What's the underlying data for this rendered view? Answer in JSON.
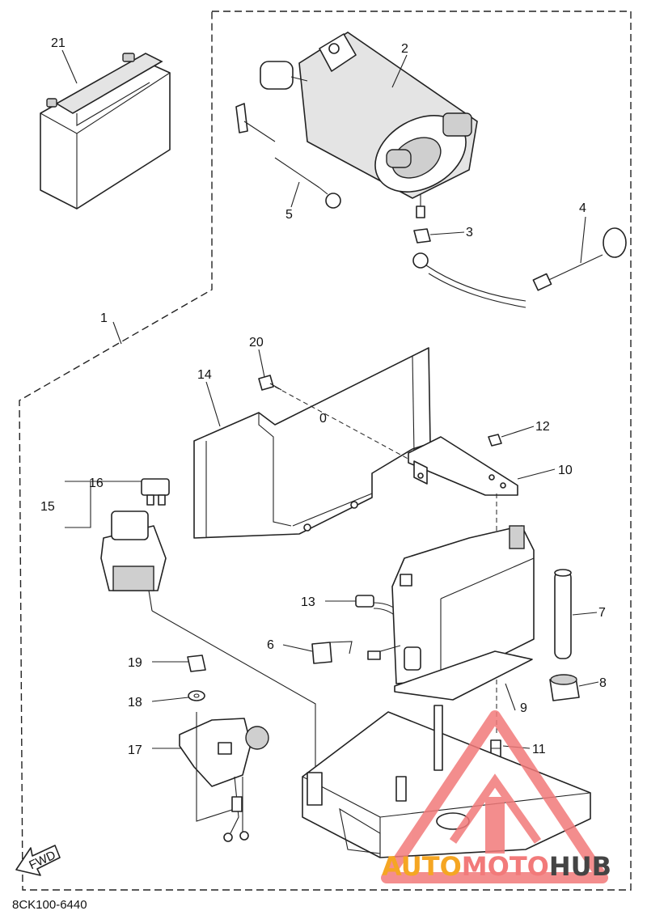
{
  "diagram": {
    "drawing_code": "8CK100-6440",
    "fwd_label": "FWD",
    "callouts": [
      "1",
      "2",
      "3",
      "4",
      "5",
      "6",
      "7",
      "8",
      "9",
      "10",
      "11",
      "12",
      "13",
      "14",
      "15",
      "16",
      "17",
      "18",
      "19",
      "20",
      "21"
    ],
    "watermark": {
      "part1": "AUTO",
      "part2": "MOTO",
      "part3": "HUB",
      "color1": "#f5a623",
      "color2": "#f27a7a",
      "color3": "#444444"
    }
  }
}
